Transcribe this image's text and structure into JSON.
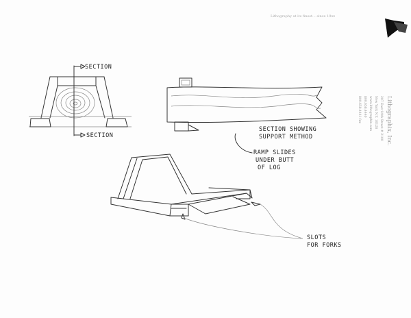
{
  "header": {
    "faint_line": "Lithography at its finest... since 19xx"
  },
  "letterhead": {
    "company": "Lithographix, Inc.",
    "lines": [
      "207 East 94th Street # 2100",
      "New York N.Y. 10128",
      "www.lithographix.com",
      "800.658.4440",
      "800.658.4441 fax"
    ],
    "logo": "lithographix-flag-logo"
  },
  "front_view": {
    "section_top": "SECTION",
    "section_bottom": "SECTION"
  },
  "side_view": {
    "caption": [
      "SECTION SHOWING",
      "SUPPORT METHOD"
    ],
    "ramp_note": [
      "RAMP SLIDES",
      "UNDER BUTT",
      "OF LOG"
    ]
  },
  "iso_view": {
    "slots_note": [
      "SLOTS",
      "FOR FORKS"
    ]
  }
}
